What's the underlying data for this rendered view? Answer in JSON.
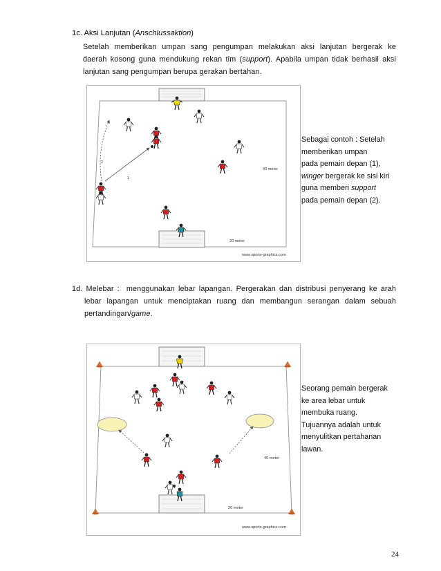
{
  "section_c": {
    "number": "1c.",
    "title_plain": "Aksi Lanjutan (",
    "title_italic": "Anschlussaktion",
    "title_close": ")",
    "line1": "Setelah  memberikan  umpan   sang  pengumpan  melakukan  aksi  lanjutan  bergerak  ke",
    "line2_a": "daerah kosong  guna mendukung rekan tim (",
    "line2_italic": "support",
    "line2_b": "). Apabila umpan tidak berhasil aksi",
    "line3": "lanjutan sang pengumpan berupa gerakan bertahan."
  },
  "figure_c": {
    "label_1": "1",
    "label_2": "2",
    "length_label": "40 meter",
    "width_label": "20 meter",
    "watermark": "www.sports-graphics.com"
  },
  "caption_c": {
    "line1": "Sebagai contoh : Setelah",
    "line2": "memberikan umpan",
    "line3": "pada  pemain depan (1),",
    "line4_italic": "winger",
    "line4_rest": " bergerak ke sisi kiri",
    "line5_a": "guna memberi ",
    "line5_italic": "support",
    "line6": "pada pemain depan (2)."
  },
  "section_d": {
    "number": "1d.",
    "title": "Melebar :",
    "line1_rest": "menggunakan lebar lapangan. Pergerakan dan distribusi penyerang ke arah",
    "line2": "lebar  lapangan  untuk  menciptakan  ruang  dan  membangun  serangan  dalam  sebuah",
    "line3_a": "pertandingan/",
    "line3_italic": "game",
    "line3_b": "."
  },
  "figure_d": {
    "length_label": "40 meter",
    "width_label": "20 meter",
    "watermark": "www.sports-graphics.com"
  },
  "caption_d": {
    "line1": "Seorang pemain bergerak",
    "line2": "ke area lebar untuk",
    "line3": "membuka ruang.",
    "line4": "Tujuannya adalah untuk",
    "line5": "menyulitkan pertahanan",
    "line6": "lawan."
  },
  "page_number": "24",
  "colors": {
    "team_red": "#d42020",
    "team_white": "#ffffff",
    "keeper_yellow": "#f0d400",
    "keeper_teal": "#1f8f9e",
    "cone_orange": "#e86a1c",
    "zone_yellow": "#f8f3b4"
  }
}
